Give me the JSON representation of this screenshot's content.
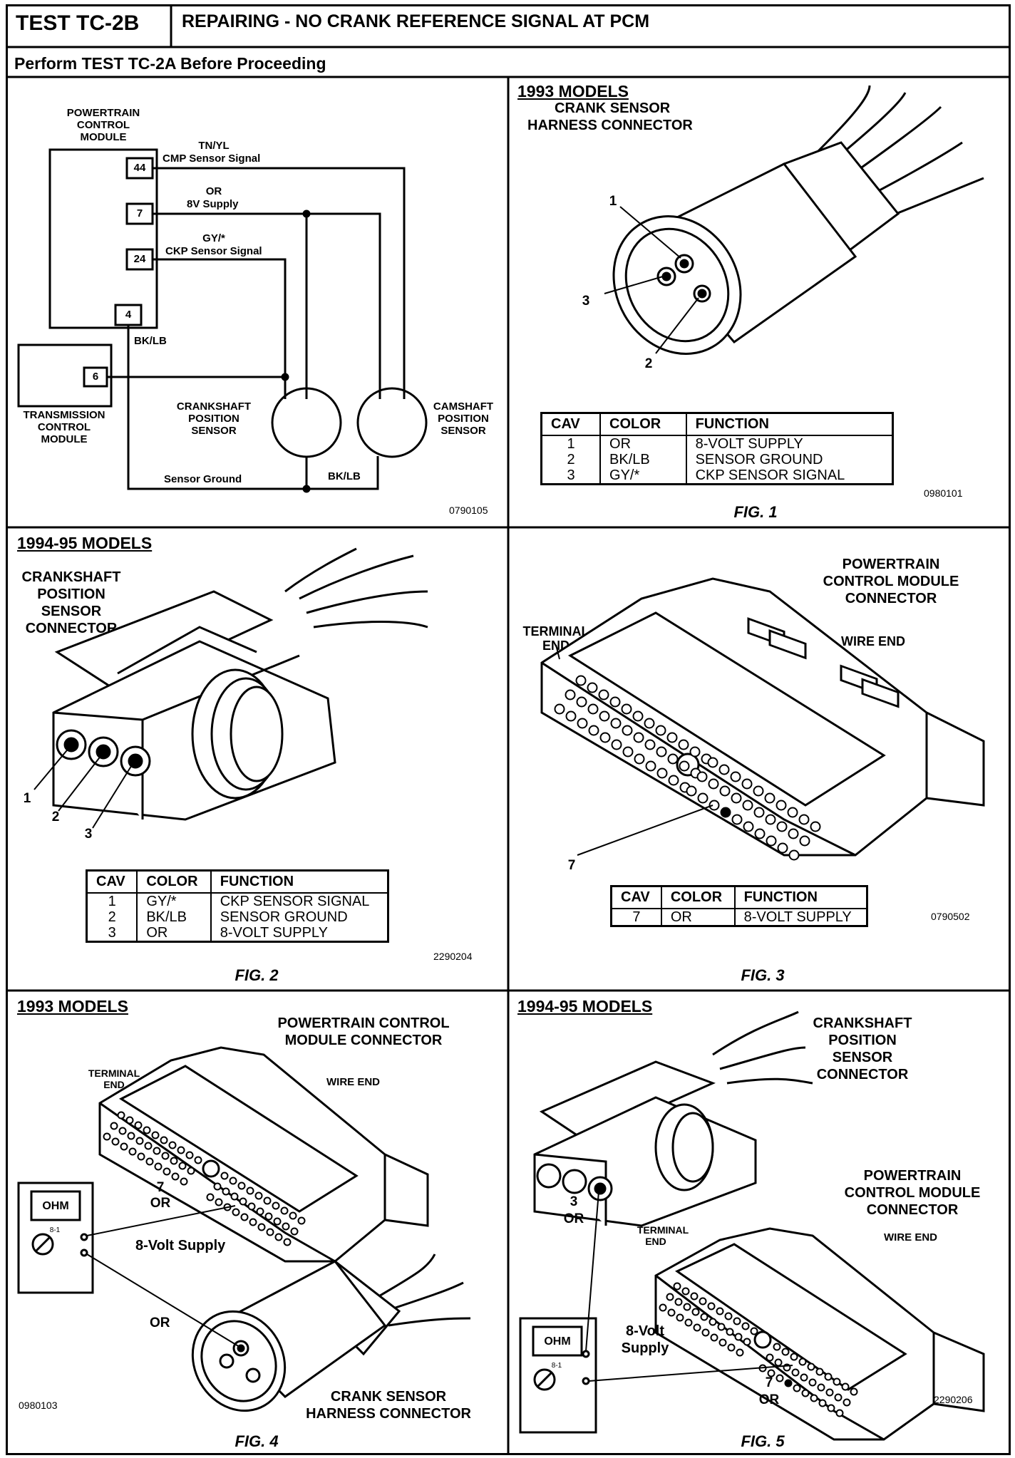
{
  "header": {
    "test_id": "TEST TC-2B",
    "title": "REPAIRING - NO CRANK REFERENCE SIGNAL AT PCM",
    "subtitle": "Perform TEST TC-2A Before Proceeding"
  },
  "schematic": {
    "pcm_label": [
      "POWERTRAIN",
      "CONTROL",
      "MODULE"
    ],
    "pins": [
      "44",
      "7",
      "24",
      "4"
    ],
    "wire_44_color": "TN/YL",
    "wire_44_name": "CMP Sensor Signal",
    "wire_7_color": "OR",
    "wire_7_name": "8V Supply",
    "wire_24_color": "GY/*",
    "wire_24_name": "CKP Sensor Signal",
    "wire_4_color": "BK/LB",
    "tcm_pin": "6",
    "tcm_label": [
      "TRANSMISSION",
      "CONTROL",
      "MODULE"
    ],
    "crank_label": [
      "CRANKSHAFT",
      "POSITION",
      "SENSOR"
    ],
    "cam_label": [
      "CAMSHAFT",
      "POSITION",
      "SENSOR"
    ],
    "ground_label": "Sensor Ground",
    "ground_color": "BK/LB",
    "code": "0790105"
  },
  "fig1": {
    "models": "1993 MODELS",
    "label": [
      "CRANK SENSOR",
      "HARNESS CONNECTOR"
    ],
    "callouts": [
      "1",
      "3",
      "2"
    ],
    "table_headers": [
      "CAV",
      "COLOR",
      "FUNCTION"
    ],
    "rows": [
      [
        "1",
        "OR",
        "8-VOLT SUPPLY"
      ],
      [
        "2",
        "BK/LB",
        "SENSOR GROUND"
      ],
      [
        "3",
        "GY/*",
        "CKP SENSOR SIGNAL"
      ]
    ],
    "code": "0980101",
    "caption": "FIG. 1"
  },
  "fig2": {
    "models": "1994-95 MODELS",
    "label": [
      "CRANKSHAFT",
      "POSITION",
      "SENSOR",
      "CONNECTOR"
    ],
    "callouts": [
      "1",
      "2",
      "3"
    ],
    "table_headers": [
      "CAV",
      "COLOR",
      "FUNCTION"
    ],
    "rows": [
      [
        "1",
        "GY/*",
        "CKP SENSOR SIGNAL"
      ],
      [
        "2",
        "BK/LB",
        "SENSOR GROUND"
      ],
      [
        "3",
        "OR",
        "8-VOLT SUPPLY"
      ]
    ],
    "code": "2290204",
    "caption": "FIG. 2"
  },
  "fig3": {
    "label": [
      "POWERTRAIN",
      "CONTROL MODULE",
      "CONNECTOR"
    ],
    "terminal_end": [
      "TERMINAL",
      "END"
    ],
    "wire_end": "WIRE END",
    "callout": "7",
    "table_headers": [
      "CAV",
      "COLOR",
      "FUNCTION"
    ],
    "rows": [
      [
        "7",
        "OR",
        "8-VOLT SUPPLY"
      ]
    ],
    "code": "0790502",
    "caption": "FIG. 3"
  },
  "fig4": {
    "models": "1993 MODELS",
    "pcm_label": [
      "POWERTRAIN CONTROL",
      "MODULE CONNECTOR"
    ],
    "terminal_end": [
      "TERMINAL",
      "END"
    ],
    "wire_end": "WIRE END",
    "pin_label": [
      "7",
      "OR"
    ],
    "meter": "OHM",
    "meter_mark": "8-1",
    "supply_label": "8-Volt Supply",
    "or_label": "OR",
    "crank_label": [
      "CRANK SENSOR",
      "HARNESS CONNECTOR"
    ],
    "code": "0980103",
    "caption": "FIG. 4"
  },
  "fig5": {
    "models": "1994-95 MODELS",
    "crank_label": [
      "CRANKSHAFT",
      "POSITION",
      "SENSOR",
      "CONNECTOR"
    ],
    "pin3_label": [
      "3",
      "OR"
    ],
    "pcm_label": [
      "POWERTRAIN",
      "CONTROL MODULE",
      "CONNECTOR"
    ],
    "terminal_end": [
      "TERMINAL",
      "END"
    ],
    "wire_end": "WIRE END",
    "meter": "OHM",
    "meter_mark": "8-1",
    "supply_label": [
      "8-Volt",
      "Supply"
    ],
    "pin7_label": [
      "7",
      "OR"
    ],
    "code": "2290206",
    "caption": "FIG. 5"
  }
}
